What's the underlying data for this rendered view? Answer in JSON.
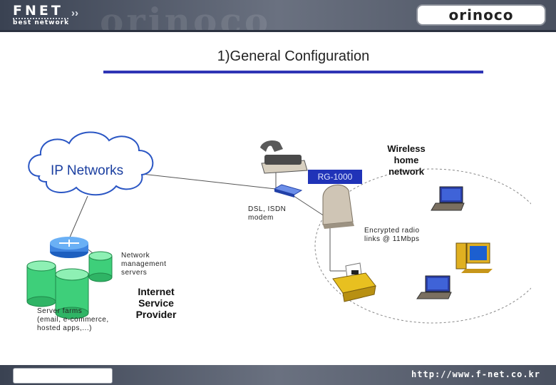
{
  "header": {
    "logo_text": "FNET",
    "logo_arrows": "››",
    "logo_subtitle": "best network",
    "watermark_text": "orinoco",
    "partner_logo": "orinoco"
  },
  "slide": {
    "title": "1)General Configuration"
  },
  "diagram": {
    "cloud_label": "IP Networks",
    "rg_label": "RG-1000",
    "wireless_label": [
      "Wireless",
      "home",
      "network"
    ],
    "modem_label": [
      "DSL, ISDN",
      "modem"
    ],
    "radio_label": [
      "Encrypted radio",
      "links @ 11Mbps"
    ],
    "nms_label": [
      "Network",
      "management",
      "servers"
    ],
    "isp_label": [
      "Internet",
      "Service",
      "Provider"
    ],
    "farm_label": [
      "Server farms",
      "(email, e-commerce,",
      "hosted apps,...)"
    ],
    "icons": [
      "cloud-icon",
      "router-icon",
      "server-cylinder-icon",
      "phone-icon",
      "modem-icon",
      "access-point-icon",
      "laptop-icon",
      "desktop-icon",
      "printer-icon"
    ],
    "colors": {
      "cloud_text": "#1b3fa0",
      "rg_box": "#2033b8",
      "title_rule": "#2f35b5",
      "server": "#3ecf7a",
      "router": "#2f78d6"
    }
  },
  "footer": {
    "url": "http://www.f-net.co.kr"
  }
}
